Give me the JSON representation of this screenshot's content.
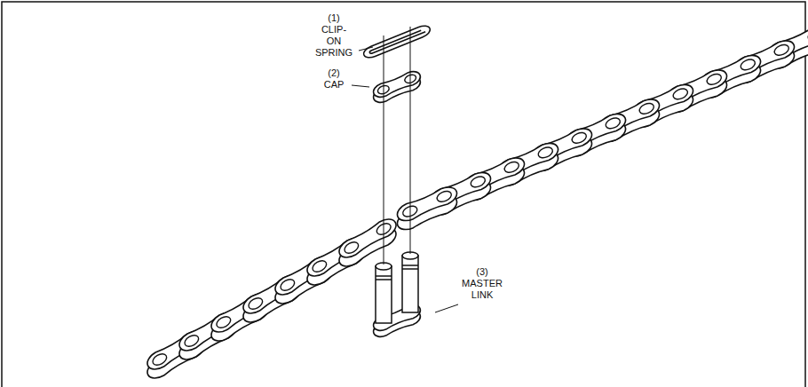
{
  "diagram": {
    "labels": [
      "(1)",
      "CLIP-ON SPRING",
      "(2)",
      "CAP",
      "(3)",
      "MASTER LINK"
    ]
  }
}
